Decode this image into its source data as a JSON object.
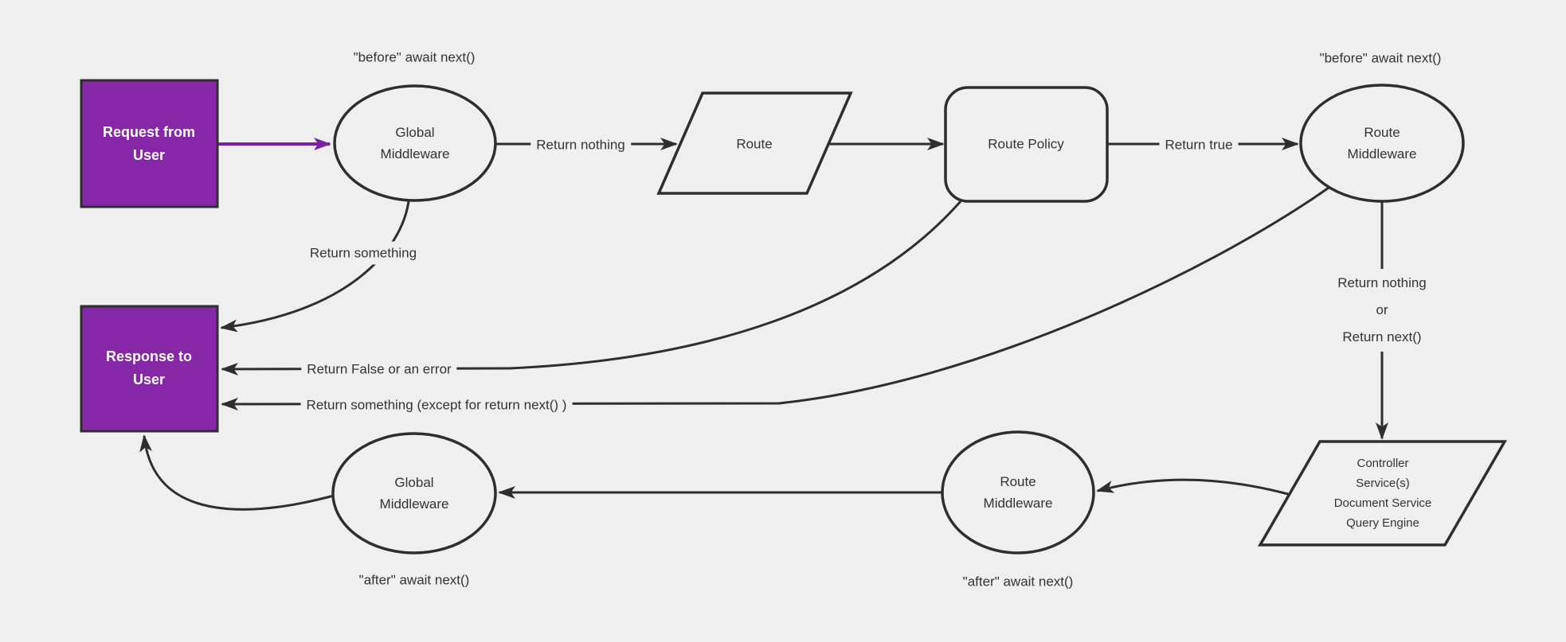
{
  "theme": {
    "bg": "#efefef",
    "stroke": "#2e2e2e",
    "text": "#333333",
    "purple": "#8527a6",
    "purple_arrow": "#7d1fa0",
    "white": "#ffffff"
  },
  "diagram": {
    "nodes": {
      "request": {
        "label": "Request from User",
        "shape": "rectangle"
      },
      "global_middleware_top": {
        "label": "Global Middleware",
        "shape": "ellipse"
      },
      "route": {
        "label": "Route",
        "shape": "parallelogram"
      },
      "route_policy": {
        "label": "Route Policy",
        "shape": "rounded-rectangle"
      },
      "route_middleware_top": {
        "label": "Route Middleware",
        "shape": "ellipse"
      },
      "controller": {
        "label": "Controller\nService(s)\nDocument Service\nQuery Engine",
        "shape": "parallelogram"
      },
      "route_middleware_bottom": {
        "label": "Route Middleware",
        "shape": "ellipse"
      },
      "global_middleware_bottom": {
        "label": "Global Middleware",
        "shape": "ellipse"
      },
      "response": {
        "label": "Response to User",
        "shape": "rectangle"
      }
    },
    "edge_labels": {
      "before_await_left": "\"before\" await next()",
      "before_await_right": "\"before\" await next()",
      "return_nothing": "Return nothing",
      "return_true": "Return true",
      "return_nothing_or_next": "Return nothing\nor\nReturn next()",
      "return_something": "Return something",
      "return_false_or_error": "Return False or an error",
      "return_something_except": "Return something (except for return next() )",
      "after_await_left": "\"after\" await next()",
      "after_await_right": "\"after\" await next()"
    }
  }
}
